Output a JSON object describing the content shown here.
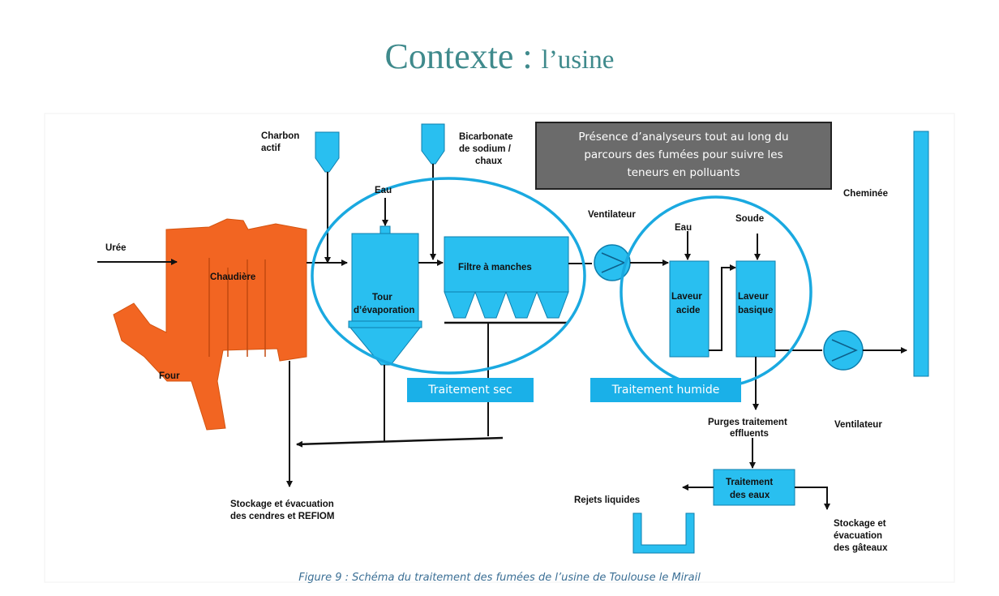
{
  "title": {
    "main": "Contexte :",
    "sub": "l’usine"
  },
  "callout": {
    "line1": "Présence d’analyseurs tout au long du",
    "line2": "parcours des fumées pour suivre les",
    "line3": "teneurs en polluants"
  },
  "tags": {
    "dry": "Traitement sec",
    "wet": "Traitement humide"
  },
  "labels": {
    "charbon1": "Charbon",
    "charbon2": "actif",
    "bicarb1": "Bicarbonate",
    "bicarb2": "de sodium /",
    "bicarb3": "chaux",
    "eau_tour": "Eau",
    "uree": "Urée",
    "chaudiere": "Chaudière",
    "four": "Four",
    "tour1": "Tour",
    "tour2": "d’évaporation",
    "filtre": "Filtre à manches",
    "ventilateur1": "Ventilateur",
    "eau_laveur": "Eau",
    "soude": "Soude",
    "cheminee": "Cheminée",
    "laveur_acide1": "Laveur",
    "laveur_acide2": "acide",
    "laveur_basique1": "Laveur",
    "laveur_basique2": "basique",
    "ventilateur2": "Ventilateur",
    "purges1": "Purges traitement",
    "purges2": "effluents",
    "traitement1": "Traitement",
    "traitement2": "des eaux",
    "rejets": "Rejets liquides",
    "stockage_cendres1": "Stockage et évacuation",
    "stockage_cendres2": "des cendres et REFIOM",
    "stockage_gateaux1": "Stockage et",
    "stockage_gateaux2": "évacuation",
    "stockage_gateaux3": "des gâteaux"
  },
  "caption": "Figure 9 : Schéma du traitement des fumées de l’usine de Toulouse le Mirail",
  "colors": {
    "orange": "#f26522",
    "cyan": "#29bff0",
    "ring": "#1aa9e0",
    "teal_title": "#3f8a8c"
  }
}
